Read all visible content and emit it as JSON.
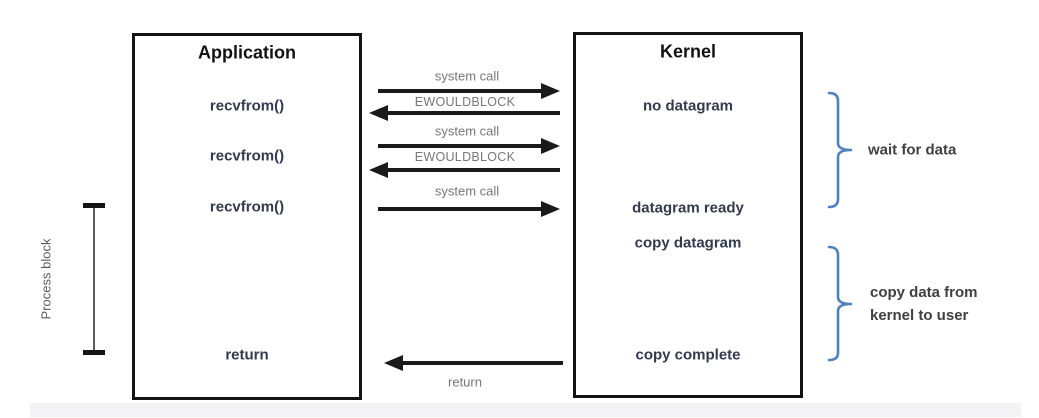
{
  "application": {
    "title": "Application",
    "calls": [
      "recvfrom()",
      "recvfrom()",
      "recvfrom()"
    ],
    "return_label": "return"
  },
  "kernel": {
    "title": "Kernel",
    "wait_states": [
      "no datagram",
      "datagram ready"
    ],
    "copy_states": [
      "copy datagram",
      "copy complete"
    ]
  },
  "interactions": {
    "arrows": [
      {
        "label": "system call",
        "direction": "right"
      },
      {
        "label": "EWOULDBLOCK",
        "direction": "left"
      },
      {
        "label": "system call",
        "direction": "right"
      },
      {
        "label": "EWOULDBLOCK",
        "direction": "left"
      },
      {
        "label": "system call",
        "direction": "right"
      },
      {
        "label": "return",
        "direction": "left"
      }
    ]
  },
  "annotations": {
    "process_block": "Process block",
    "wait_for_data": "wait for data",
    "copy_data_line1": "copy data from",
    "copy_data_line2": "kernel to user"
  },
  "colors": {
    "box_border": "#141414",
    "arrow_black": "#1a1a1a",
    "thin_arrow": "#3d3d3d",
    "brace_blue": "#4f81bd",
    "middle_label_gray": "#76767c",
    "box_text": "#333a4d",
    "footer_strip": "#f3f3f6"
  }
}
